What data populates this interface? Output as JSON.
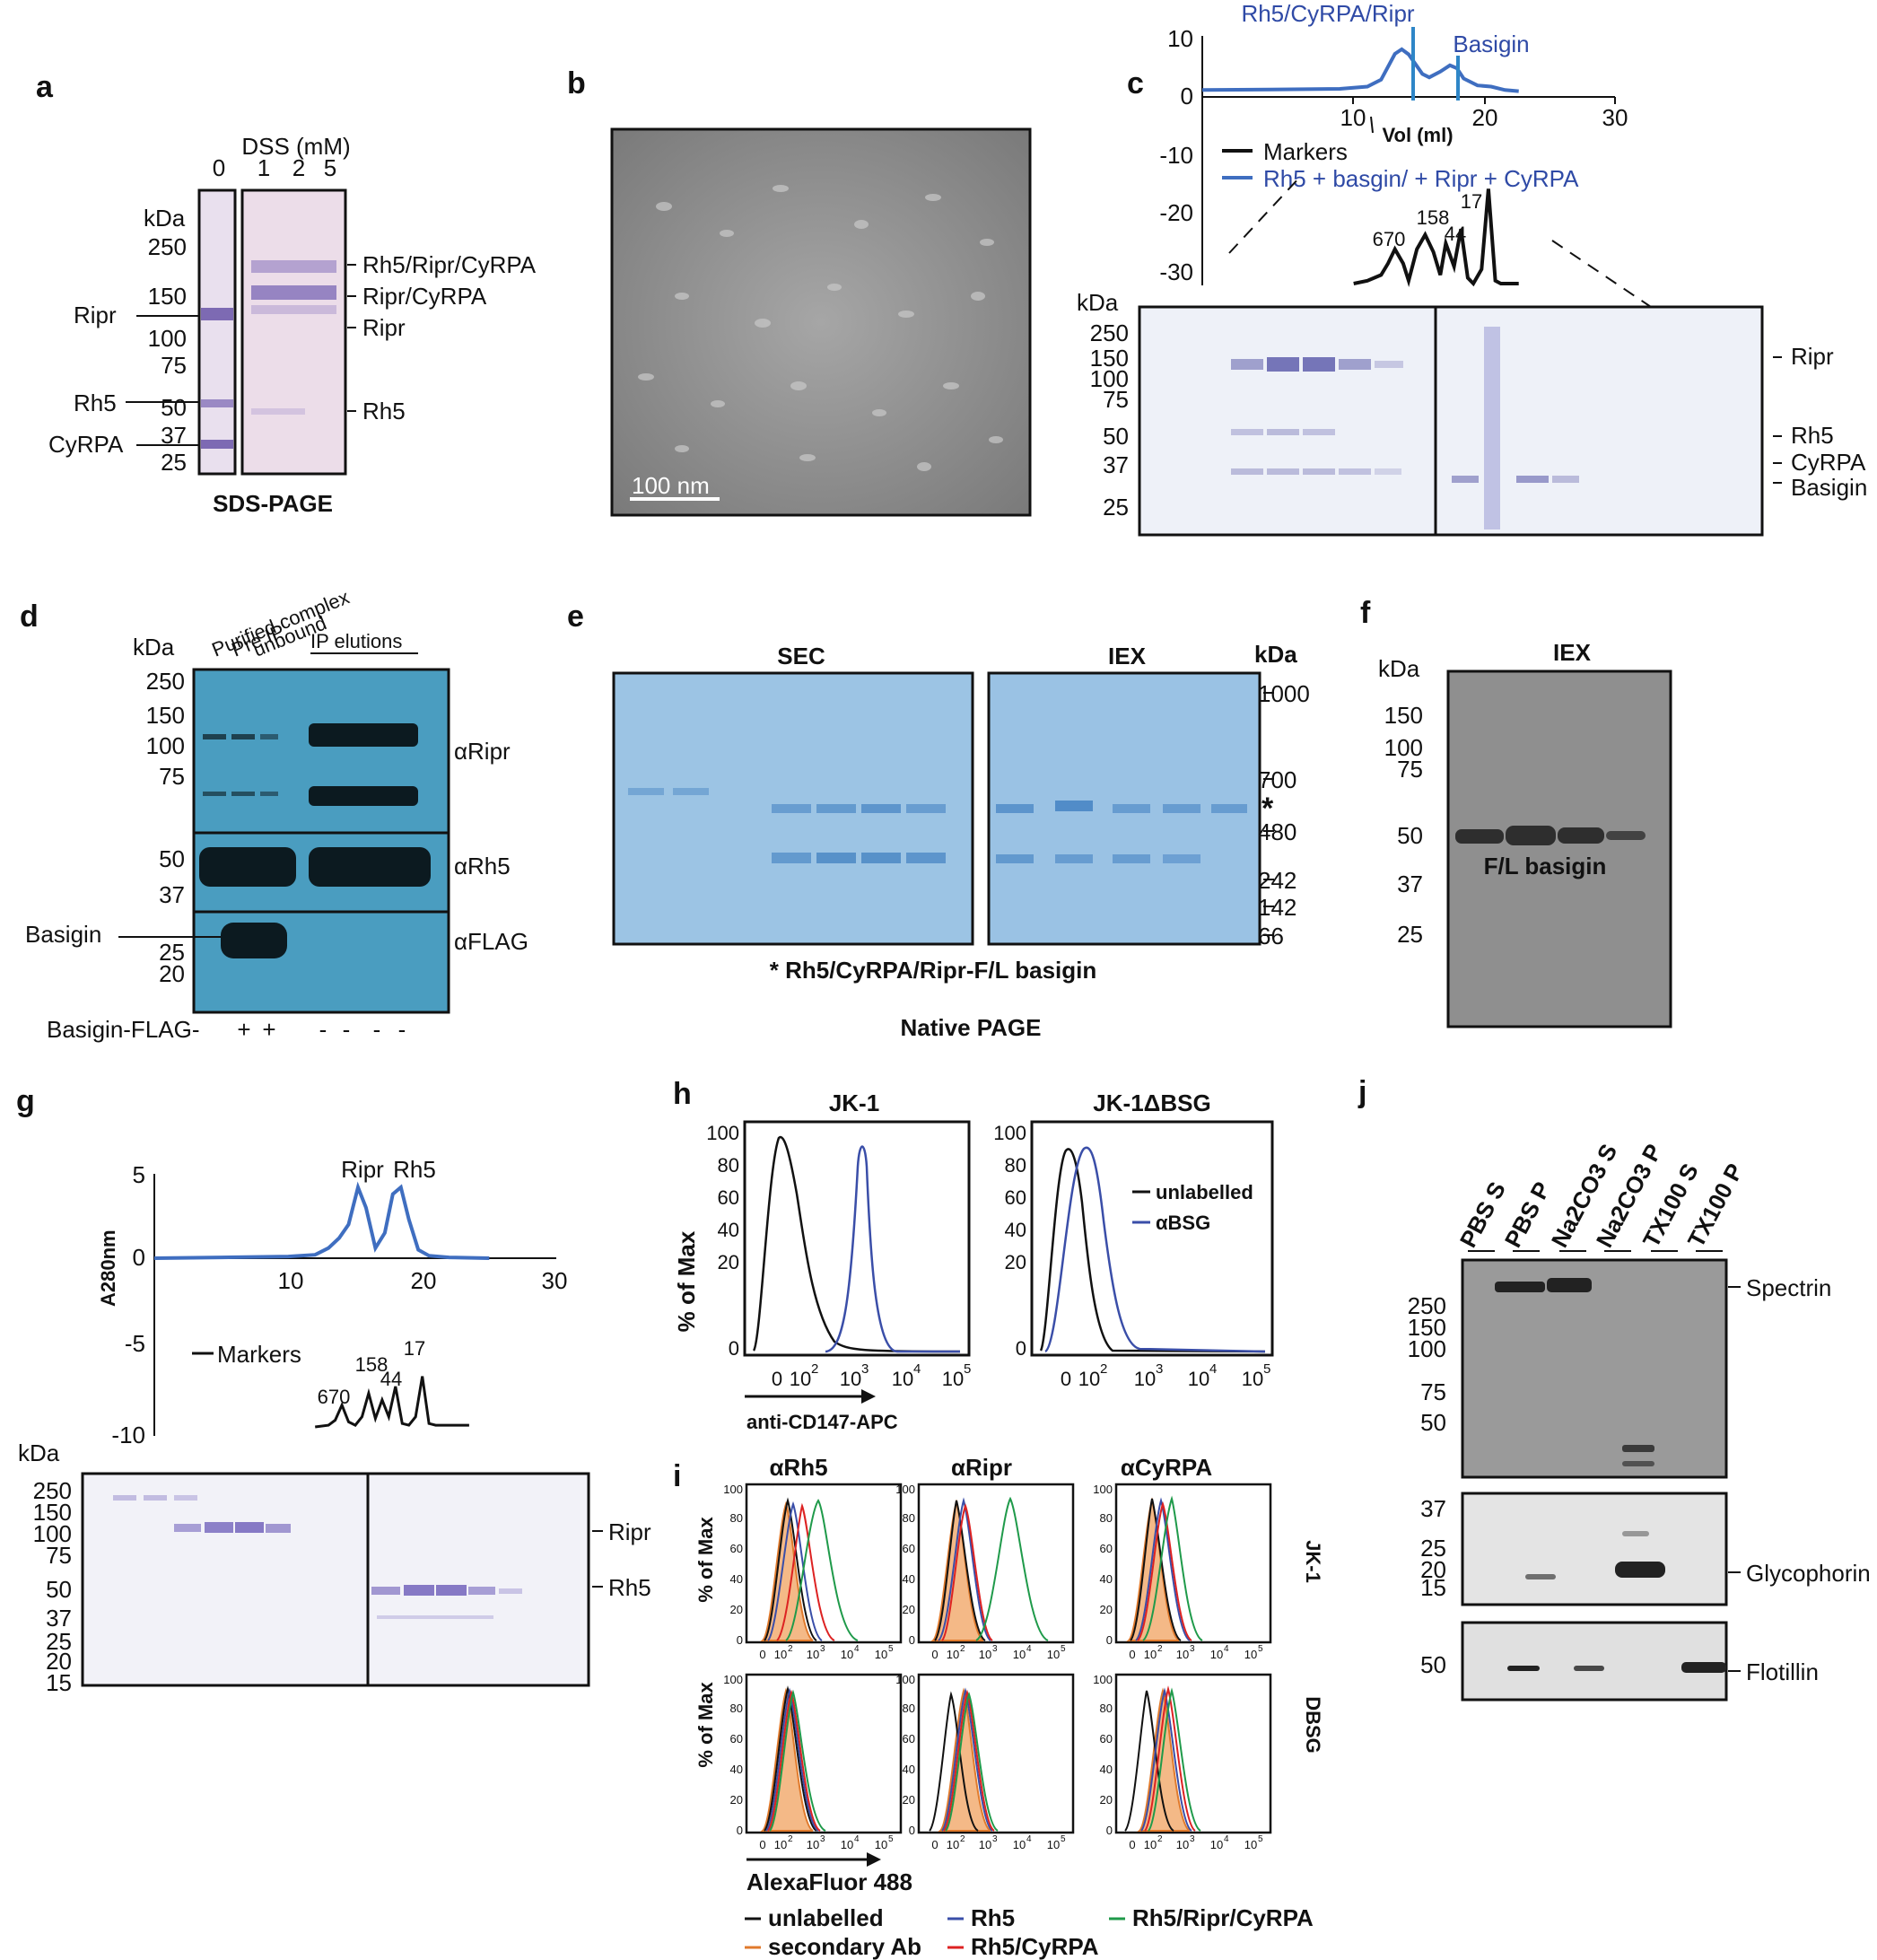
{
  "panels": {
    "a": {
      "letter": "a",
      "dss_header": "DSS (mM)",
      "dss_lanes": [
        "0",
        "1",
        "2",
        "5"
      ],
      "kda_label": "kDa",
      "markers": [
        "250",
        "150",
        "100",
        "75",
        "50",
        "37",
        "25"
      ],
      "left_labels": [
        "Ripr",
        "Rh5",
        "CyRPA"
      ],
      "right_labels": [
        "Rh5/Ripr/CyRPA",
        "Ripr/CyRPA",
        "Ripr",
        "Rh5"
      ],
      "caption": "SDS-PAGE"
    },
    "b": {
      "letter": "b",
      "scale_label": "100 nm"
    },
    "c": {
      "letter": "c",
      "peak_labels": [
        "Rh5/CyRPA/Ripr",
        "Basigin"
      ],
      "x_ticks": [
        "10",
        "20",
        "30"
      ],
      "y_ticks_top": [
        "10",
        "0"
      ],
      "y_ticks_neg": [
        "-10",
        "-20",
        "-30"
      ],
      "x_label": "Vol (ml)",
      "legend": [
        "Markers",
        "Rh5 + basgin/ + Ripr + CyRPA"
      ],
      "marker_peaks": [
        "670",
        "158",
        "44",
        "17"
      ],
      "kda_label": "kDa",
      "markers": [
        "250",
        "150",
        "100",
        "75",
        "50",
        "37",
        "25"
      ],
      "right_labels": [
        "Ripr",
        "Rh5",
        "CyRPA",
        "Basigin"
      ]
    },
    "d": {
      "letter": "d",
      "kda_label": "kDa",
      "lane_labels": [
        "Purified complex",
        "Pre IP",
        "unbound"
      ],
      "ip_label": "IP elutions",
      "markers_top": [
        "250",
        "150",
        "100",
        "75"
      ],
      "markers_mid": [
        "50",
        "37"
      ],
      "markers_bot": [
        "25",
        "20"
      ],
      "antibodies": [
        "αRipr",
        "αRh5",
        "αFLAG"
      ],
      "basigin_label": "Basigin",
      "flag_row_label": "Basigin-FLAG-",
      "flag_row_values": [
        "+",
        "+",
        "-",
        "-",
        "-",
        "-"
      ]
    },
    "e": {
      "letter": "e",
      "sec_title": "SEC",
      "iex_title": "IEX",
      "kda_label": "kDa",
      "markers": [
        "1000",
        "700",
        "480",
        "242",
        "142",
        "66"
      ],
      "star": "*",
      "footnote": "* Rh5/CyRPA/Ripr-F/L basigin",
      "caption": "Native PAGE"
    },
    "f": {
      "letter": "f",
      "title": "IEX",
      "kda_label": "kDa",
      "markers": [
        "150",
        "100",
        "75",
        "50",
        "37",
        "25"
      ],
      "band_label": "F/L basigin"
    },
    "g": {
      "letter": "g",
      "peak_labels": [
        "Ripr",
        "Rh5"
      ],
      "y_label": "A280nm",
      "y_ticks": [
        "5",
        "0",
        "-5",
        "-10"
      ],
      "x_ticks": [
        "10",
        "20",
        "30"
      ],
      "legend": "Markers",
      "marker_peaks": [
        "670",
        "158",
        "44",
        "17"
      ],
      "kda_label": "kDa",
      "markers": [
        "250",
        "150",
        "100",
        "75",
        "50",
        "37",
        "25",
        "20",
        "15"
      ],
      "right_labels": [
        "Ripr",
        "Rh5"
      ]
    },
    "h": {
      "letter": "h",
      "titles": [
        "JK-1",
        "JK-1ΔBSG"
      ],
      "y_label": "% of Max",
      "y_ticks": [
        "100",
        "80",
        "60",
        "40",
        "20",
        "0"
      ],
      "x_ticks": [
        "0",
        "10",
        "10",
        "10",
        "10"
      ],
      "x_exps": [
        "2",
        "3",
        "4",
        "5"
      ],
      "x_label": "anti-CD147-APC",
      "legend": [
        "unlabelled",
        "αBSG"
      ]
    },
    "i": {
      "letter": "i",
      "titles": [
        "αRh5",
        "αRipr",
        "αCyRPA"
      ],
      "row_labels": [
        "JK-1",
        "DBSG"
      ],
      "y_label": "% of Max",
      "y_ticks": [
        "100",
        "80",
        "60",
        "40",
        "20",
        "0"
      ],
      "x_ticks": [
        "0",
        "10",
        "10",
        "10",
        "10"
      ],
      "x_exps": [
        "2",
        "3",
        "4",
        "5"
      ],
      "x_label": "AlexaFluor 488",
      "legend": [
        "unlabelled",
        "Rh5",
        "Rh5/Ripr/CyRPA",
        "secondary Ab",
        "Rh5/CyRPA"
      ]
    },
    "j": {
      "letter": "j",
      "lane_labels": [
        "PBS S",
        "PBS P",
        "Na2CO3 S",
        "Na2CO3 P",
        "TX100 S",
        "TX100 P"
      ],
      "markers_top": [
        "250",
        "150",
        "100",
        "75",
        "50"
      ],
      "markers_mid": [
        "37",
        "25",
        "20",
        "15"
      ],
      "markers_bot": [
        "50"
      ],
      "right_labels": [
        "Spectrin",
        "Glycophorin",
        "Flotillin"
      ]
    }
  },
  "chart_data": [
    {
      "panel": "c-upper",
      "type": "line",
      "xlabel": "Vol (ml)",
      "xlim": [
        0,
        30
      ],
      "ylim": [
        -30,
        10
      ],
      "series": [
        {
          "name": "Markers",
          "x": [
            11,
            12,
            13,
            13.5,
            14,
            14.6,
            15,
            15.6,
            16.2,
            16.8,
            17.3,
            17.7,
            18.3,
            18.8,
            19.3,
            19.7,
            20.3,
            20.8,
            21.3,
            21.7,
            22.3,
            23
          ],
          "y": [
            -32.5,
            -32,
            -31,
            -29,
            -26.5,
            -29,
            -32,
            -26.5,
            -24,
            -27,
            -31,
            -25.5,
            -29.5,
            -23,
            -31.5,
            -32.5,
            -30,
            -16,
            -32,
            -32.5,
            -32.5,
            -32.5
          ]
        },
        {
          "name": "Rh5 + basgin/ + Ripr + CyRPA",
          "x": [
            0,
            5,
            10,
            12,
            13,
            14,
            14.5,
            15,
            16,
            16.5,
            17.3,
            18,
            18.5,
            19,
            20,
            21,
            22,
            23
          ],
          "y": [
            1.2,
            1.3,
            1.4,
            1.8,
            3,
            7.5,
            8.3,
            7.4,
            4,
            3.4,
            4.4,
            5.5,
            5,
            3.2,
            2,
            1.8,
            1.2,
            1
          ]
        }
      ],
      "annotations": [
        {
          "label": "670",
          "x": 14
        },
        {
          "label": "158",
          "x": 16.2
        },
        {
          "label": "44",
          "x": 17.7
        },
        {
          "label": "17",
          "x": 18.8
        },
        {
          "label": "Rh5/CyRPA/Ripr",
          "x": 14.5
        },
        {
          "label": "Basigin",
          "x": 18.5
        }
      ]
    },
    {
      "panel": "g-upper",
      "type": "line",
      "ylabel": "A280nm",
      "xlim": [
        0,
        30
      ],
      "ylim": [
        -10,
        5
      ],
      "series": [
        {
          "name": "Markers",
          "x": [
            12,
            13,
            13.5,
            14,
            14.5,
            15,
            15.5,
            16,
            16.5,
            17,
            17.5,
            18,
            18.5,
            19,
            19.5,
            20,
            20.5,
            21,
            21.5,
            22,
            22.5,
            23.5
          ],
          "y": [
            -10,
            -9.9,
            -9.6,
            -8.7,
            -9.7,
            -9.9,
            -9.4,
            -8,
            -9.5,
            -8.4,
            -9.4,
            -7.6,
            -9.8,
            -9.9,
            -9.4,
            -7,
            -9.8,
            -9.9,
            -9.9,
            -9.9,
            -9.9,
            -9.9
          ]
        },
        {
          "name": "",
          "x": [
            0,
            5,
            10,
            12,
            13,
            13.8,
            14.5,
            15.2,
            15.8,
            16.5,
            17.2,
            17.8,
            18.4,
            19,
            19.7,
            20.5,
            22,
            25
          ],
          "y": [
            0,
            0.05,
            0.1,
            0.2,
            0.6,
            1.2,
            2,
            4.2,
            3,
            0.6,
            1.5,
            3.8,
            4.2,
            2.3,
            0.5,
            0.15,
            0.05,
            0
          ]
        }
      ]
    }
  ]
}
